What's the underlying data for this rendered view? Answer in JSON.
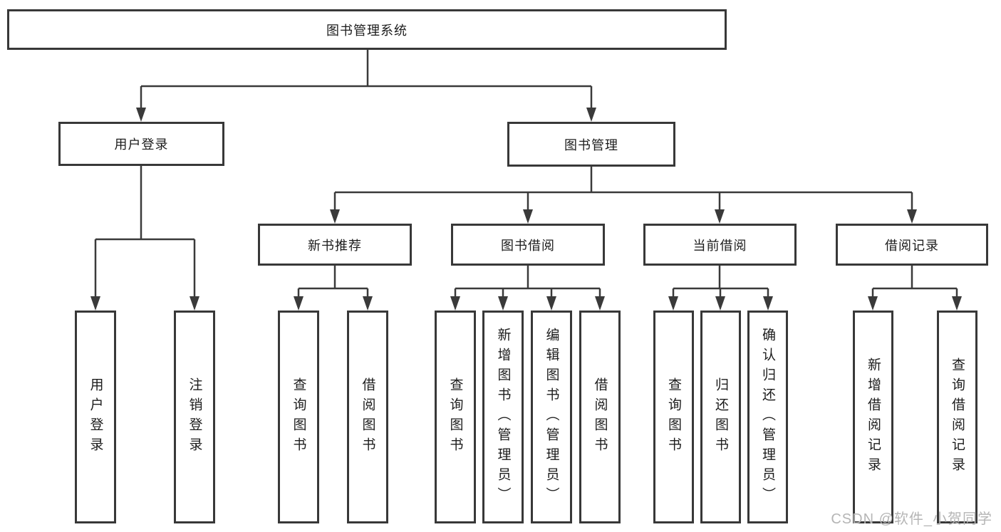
{
  "diagram_title": "图书管理系统",
  "tree": {
    "root": {
      "label": "图书管理系统",
      "children": [
        {
          "label": "用户登录",
          "children": [
            {
              "label": "用户登录"
            },
            {
              "label": "注销登录"
            }
          ]
        },
        {
          "label": "图书管理",
          "children": [
            {
              "label": "新书推荐",
              "children": [
                {
                  "label": "查询图书"
                },
                {
                  "label": "借阅图书"
                }
              ]
            },
            {
              "label": "图书借阅",
              "children": [
                {
                  "label": "查询图书"
                },
                {
                  "label": "新增图书（管理员）"
                },
                {
                  "label": "编辑图书（管理员）"
                },
                {
                  "label": "借阅图书"
                }
              ]
            },
            {
              "label": "当前借阅",
              "children": [
                {
                  "label": "查询图书"
                },
                {
                  "label": "归还图书"
                },
                {
                  "label": "确认归还（管理员）"
                }
              ]
            },
            {
              "label": "借阅记录",
              "children": [
                {
                  "label": "新增借阅记录"
                },
                {
                  "label": "查询借阅记录"
                }
              ]
            }
          ]
        }
      ]
    }
  },
  "watermark": "CSDN @软件_小贺同学",
  "colors": {
    "line": "#3a3a3a",
    "box_border": "#383838",
    "text": "#1c1c1c",
    "watermark": "#b5b5b5",
    "background": "#ffffff"
  }
}
